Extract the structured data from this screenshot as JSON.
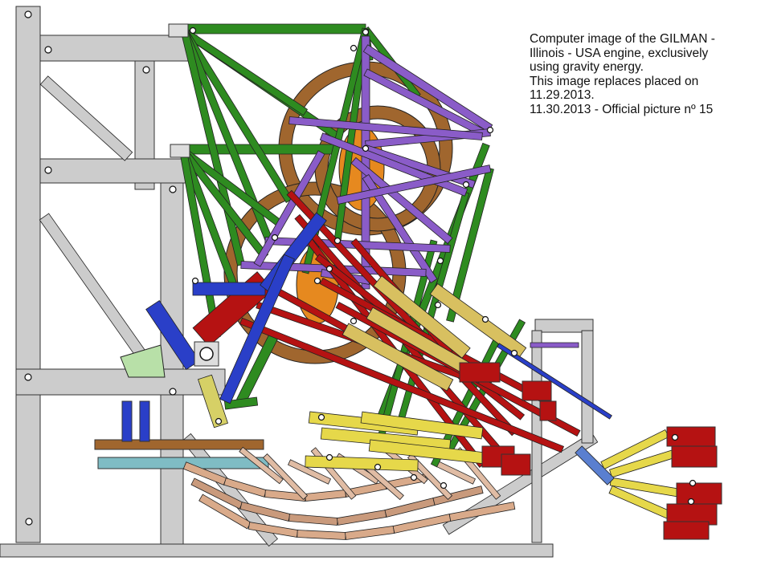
{
  "caption": {
    "lines": [
      "Computer image of the GILMAN -",
      "Illinois - USA engine, exclusively",
      "using gravity energy.",
      "This image replaces placed on",
      "11.29.2013.",
      "11.30.2013 - Official picture nº 15"
    ]
  },
  "colors": {
    "frame": "#cccccc",
    "frame_stroke": "#333333",
    "green": "#2e8b20",
    "purple": "#8a5cc8",
    "brown": "#a0662e",
    "red": "#b51212",
    "blue": "#2a3fc8",
    "yellow": "#e6d84a",
    "orange": "#e6891f",
    "tan": "#d9aa8a",
    "teal": "#7fbcc4",
    "light_green": "#b8e0a8"
  }
}
